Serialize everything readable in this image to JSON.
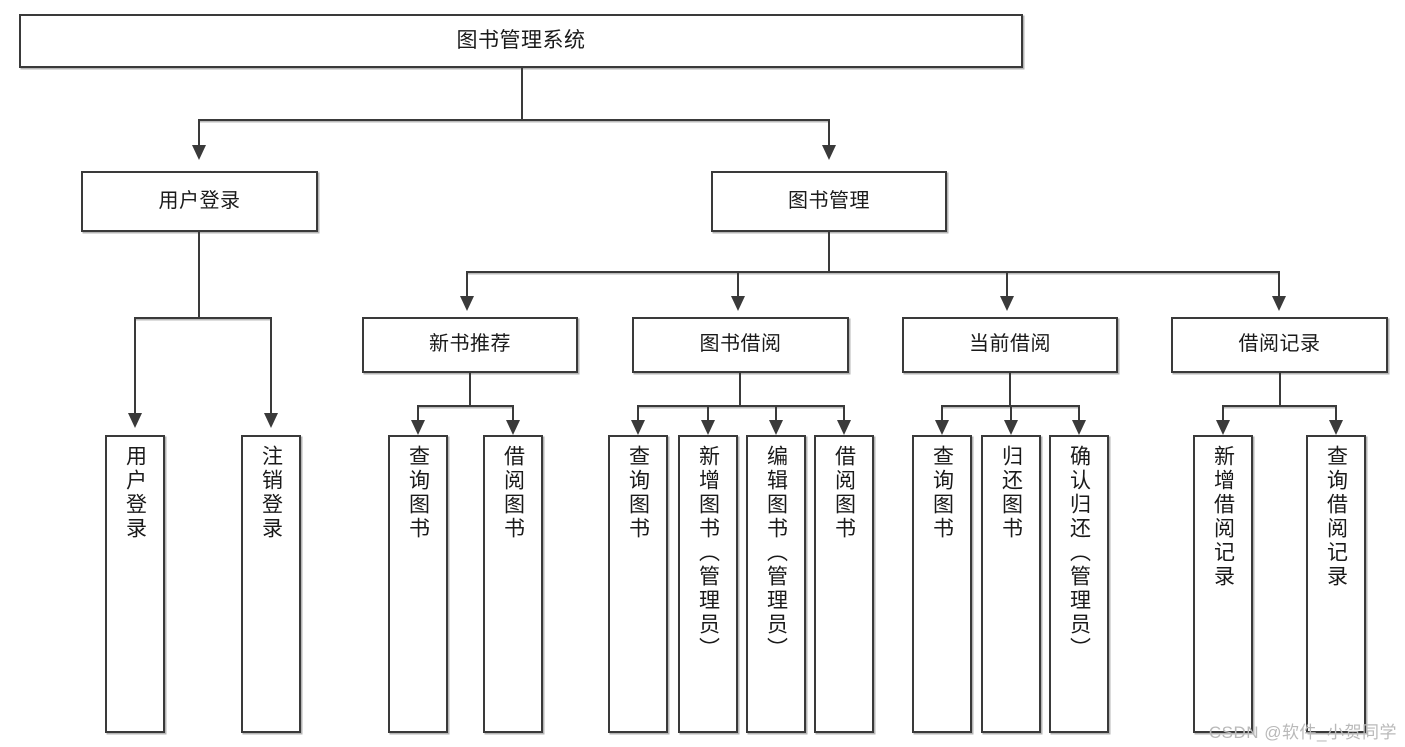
{
  "diagram": {
    "type": "tree-hierarchy-diagram",
    "title": "图书管理系统",
    "watermark": "CSDN @软件_小贺同学",
    "style": {
      "box_fill": "#ffffff",
      "box_border": "#3a3a3a",
      "connector": "#3a3a3a",
      "background": "#ffffff",
      "watermark_color": "#b9b9b9"
    },
    "root": {
      "label": "图书管理系统"
    },
    "level1": [
      {
        "id": "user-login",
        "label": "用户登录"
      },
      {
        "id": "book-manage",
        "label": "图书管理"
      }
    ],
    "level2": [
      {
        "id": "new-book-recommend",
        "label": "新书推荐"
      },
      {
        "id": "book-borrow",
        "label": "图书借阅"
      },
      {
        "id": "current-borrow",
        "label": "当前借阅"
      },
      {
        "id": "borrow-record",
        "label": "借阅记录"
      }
    ],
    "leaves": [
      {
        "id": "leaf-user-login",
        "parent": "user-login",
        "label": "用户登录"
      },
      {
        "id": "leaf-logout",
        "parent": "user-login",
        "label": "注销登录"
      },
      {
        "id": "leaf-query-book-1",
        "parent": "new-book-recommend",
        "label": "查询图书"
      },
      {
        "id": "leaf-borrow-book-1",
        "parent": "new-book-recommend",
        "label": "借阅图书"
      },
      {
        "id": "leaf-query-book-2",
        "parent": "book-borrow",
        "label": "查询图书"
      },
      {
        "id": "leaf-add-book",
        "parent": "book-borrow",
        "label": "新增图书（管理员）"
      },
      {
        "id": "leaf-edit-book",
        "parent": "book-borrow",
        "label": "编辑图书（管理员）"
      },
      {
        "id": "leaf-borrow-book-2",
        "parent": "book-borrow",
        "label": "借阅图书"
      },
      {
        "id": "leaf-query-book-3",
        "parent": "current-borrow",
        "label": "查询图书"
      },
      {
        "id": "leaf-return-book",
        "parent": "current-borrow",
        "label": "归还图书"
      },
      {
        "id": "leaf-confirm-return",
        "parent": "current-borrow",
        "label": "确认归还（管理员）"
      },
      {
        "id": "leaf-add-record",
        "parent": "borrow-record",
        "label": "新增借阅记录"
      },
      {
        "id": "leaf-query-record",
        "parent": "borrow-record",
        "label": "查询借阅记录"
      }
    ]
  }
}
